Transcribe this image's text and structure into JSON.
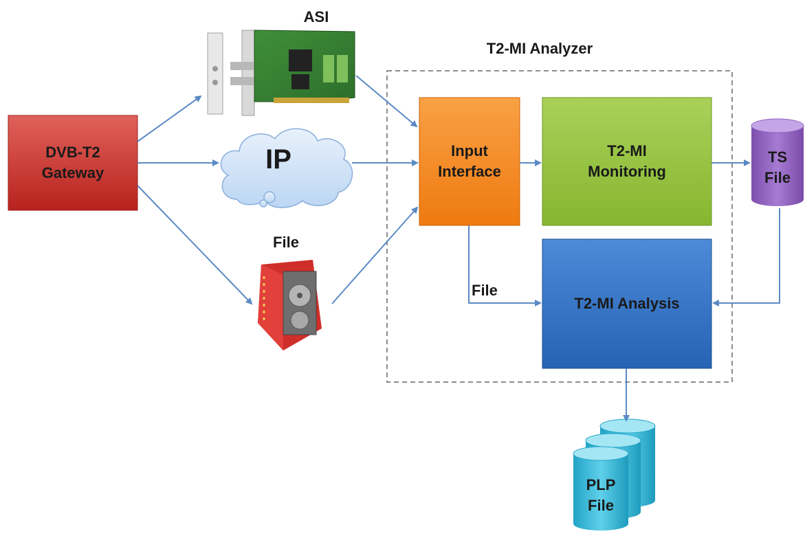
{
  "diagram": {
    "title": "T2-MI Analyzer",
    "nodes": {
      "gateway": "DVB-T2\nGateway",
      "asi": "ASI",
      "ip": "IP",
      "file_source": "File",
      "input_interface": "Input\nInterface",
      "monitoring": "T2-MI\nMonitoring",
      "analysis": "T2-MI Analysis",
      "ts_file": "TS\nFile",
      "plp_file": "PLP\nFile"
    },
    "edge_labels": {
      "input_to_analysis": "File"
    },
    "colors": {
      "gateway": "#c0302c",
      "input_interface": "#f3841a",
      "monitoring": "#8fbf3c",
      "analysis": "#2f72c4",
      "ts_file": "#8f5fbf",
      "plp_file": "#39b9d8",
      "arrow": "#5b8ac4",
      "cloud": "#cfe2f8",
      "dashed_border": "#666666"
    }
  }
}
